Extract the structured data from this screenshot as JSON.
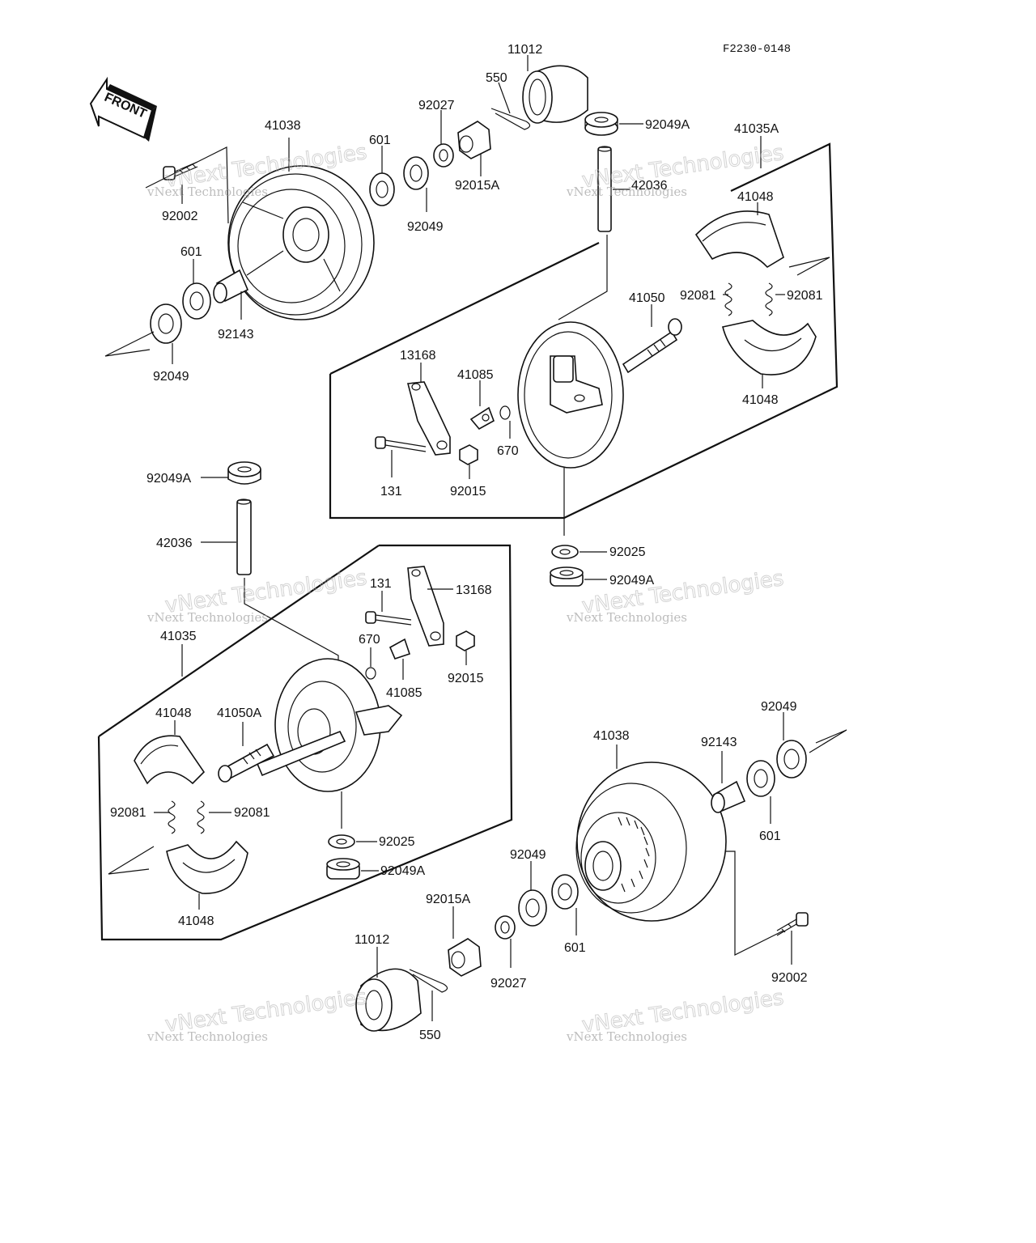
{
  "diagram_code": "F2230-0148",
  "front_indicator": {
    "label": "FRONT",
    "icon": "front-arrow-icon"
  },
  "watermark": {
    "line1": "vNext Technologies",
    "line2": "vNext Technologies"
  },
  "labels": {
    "p11012_top": "11012",
    "p550_top": "550",
    "p92027_top": "92027",
    "p601_top": "601",
    "p41038_top": "41038",
    "p92002_top": "92002",
    "p92015A_top": "92015A",
    "p92049_top_mid": "92049",
    "p92049A_top_right": "92049A",
    "p41035A": "41035A",
    "p42036_top": "42036",
    "p41048_top_upper": "41048",
    "p601_left": "601",
    "p92143_top": "92143",
    "p92049_left": "92049",
    "p92081_top_left": "92081",
    "p92081_top_right": "92081",
    "p41050": "41050",
    "p13168_top": "13168",
    "p41085_top": "41085",
    "p670_top": "670",
    "p41048_top_lower": "41048",
    "p131_top": "131",
    "p92015_top": "92015",
    "p92049A_left": "92049A",
    "p42036_left": "42036",
    "p92025_mid": "92025",
    "p92049A_mid": "92049A",
    "p131_low": "131",
    "p13168_low": "13168",
    "p41035": "41035",
    "p670_low": "670",
    "p92015_low": "92015",
    "p41085_low": "41085",
    "p92049_right": "92049",
    "p41048_low_upper": "41048",
    "p41050A": "41050A",
    "p41038_low": "41038",
    "p92143_low": "92143",
    "p92081_low_left": "92081",
    "p92081_low_right": "92081",
    "p601_right": "601",
    "p92025_low": "92025",
    "p92049_low_mid": "92049",
    "p92049A_low": "92049A",
    "p92015A_low": "92015A",
    "p41048_low_lower": "41048",
    "p11012_low": "11012",
    "p601_low_mid": "601",
    "p92002_low": "92002",
    "p92027_low": "92027",
    "p550_low": "550"
  },
  "icons": [
    "front-arrow-icon",
    "brake-drum-icon",
    "brake-panel-icon",
    "brake-shoe-icon",
    "spring-icon",
    "bearing-icon",
    "axle-shaft-icon",
    "hub-cap-icon",
    "castle-nut-icon",
    "cotter-pin-icon",
    "bolt-icon",
    "lever-icon",
    "collar-icon"
  ]
}
